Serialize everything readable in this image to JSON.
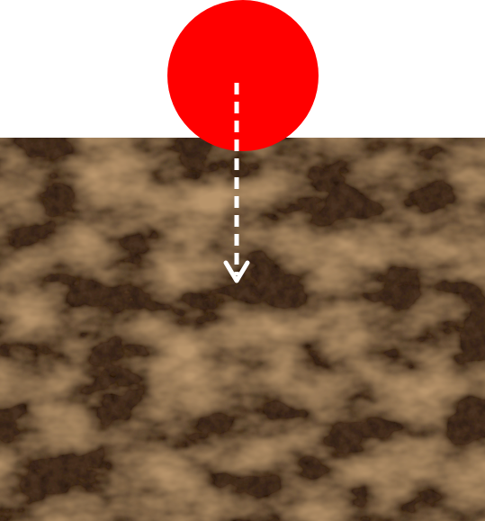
{
  "diagram": {
    "ball": {
      "shape": "circle",
      "color": "#ff0000"
    },
    "surface": {
      "material": "dark-brown-marble",
      "base_color": "#4a3220",
      "vein_color": "#b8946a",
      "shadow_color": "#2a1a10"
    },
    "arrow": {
      "direction": "down",
      "style": "dashed",
      "color": "#ffffff"
    },
    "background_color": "#ffffff"
  }
}
